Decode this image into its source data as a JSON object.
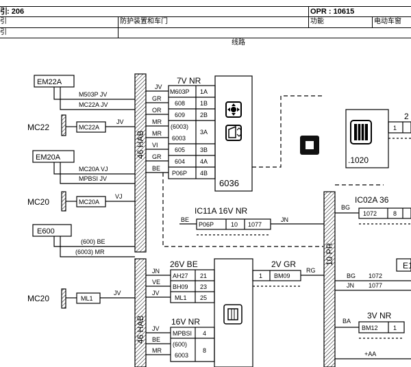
{
  "header": {
    "model_prefix": "引",
    "model_code": ": 206",
    "opr": "OPR : 10615",
    "row2_col1_prefix": "引",
    "section_value": "防护装置和车门",
    "function_label": "功能",
    "function_value": "电动车窗",
    "row3_prefix": "引",
    "subtitle": "线路"
  },
  "connectors": {
    "em22a": "EM22A",
    "em20a": "EM20A",
    "e600": "E600",
    "mc22": "MC22",
    "mc20_top": "MC20",
    "mc20_bottom": "MC20",
    "mc22a_tag": "MC22A",
    "mc20a_tag": "MC20A",
    "ml1_tag": "ML1",
    "e1_partial": "E1"
  },
  "wires": {
    "m503p_jv": "M503P JV",
    "mc22a_jv": "MC22A JV",
    "jv_mc22": "JV",
    "mc20a_vj": "MC20A VJ",
    "mpbsi_jv": "MPBSI JV",
    "vj_mc20": "VJ",
    "w600_be": "(600) BE",
    "w6003_mr": "(6003) MR",
    "jv_ml1": "JV"
  },
  "harness": {
    "hab_top": "46 HAB",
    "hab_bottom": "46 HAB",
    "pr": "10 PR"
  },
  "unit_6036": {
    "header": "7V NR",
    "colors": [
      "JV",
      "GR",
      "OR",
      "MR",
      "MR",
      "VI",
      "GR",
      "BE"
    ],
    "wire_ids": [
      "M603P",
      "608",
      "609",
      "(6003)",
      "6003",
      "605",
      "604",
      "P06P"
    ],
    "pins": [
      "1A",
      "1B",
      "2B",
      "3A",
      "3B",
      "4A",
      "4B"
    ],
    "label": "6036"
  },
  "ic11a": {
    "header": "IC11A 16V NR",
    "be": "BE",
    "jn": "JN",
    "cells": [
      "P06P",
      "10",
      "1077"
    ]
  },
  "conn_26v": {
    "header": "26V BE",
    "colors": [
      "JN",
      "VE",
      "JV"
    ],
    "ids": [
      "AH27",
      "BH09",
      "ML1"
    ],
    "pins": [
      "21",
      "23",
      "25"
    ]
  },
  "conn_16v": {
    "header": "16V NR",
    "colors": [
      "JV",
      "BE",
      "MR"
    ],
    "ids": [
      "MPBSI",
      "(600)",
      "6003"
    ],
    "pins": [
      "4",
      "8"
    ]
  },
  "conn_2v": {
    "header": "2V GR",
    "rg": "RG",
    "cells": [
      "1",
      "BM09"
    ]
  },
  "ic02a": {
    "header": "IC02A 36",
    "bg": "BG",
    "cells": [
      "1072",
      "8"
    ]
  },
  "right_side": {
    "bg": "BG",
    "jn": "JN",
    "w1072": "1072",
    "w1077": "1077",
    "ba": "BA",
    "v3": "3V NR",
    "bm12": "BM12",
    "one": "1",
    "aa": "+AA",
    "unit_label": ".1020",
    "two": "2",
    "one_small": "1"
  },
  "icons": {
    "mirror_switch": "mirror-adjust-switch-icon",
    "window_switch": "window-switch-icon",
    "relay": "relay-icon",
    "black_switch": "switch-a-icon",
    "motor": "motor-icon"
  }
}
